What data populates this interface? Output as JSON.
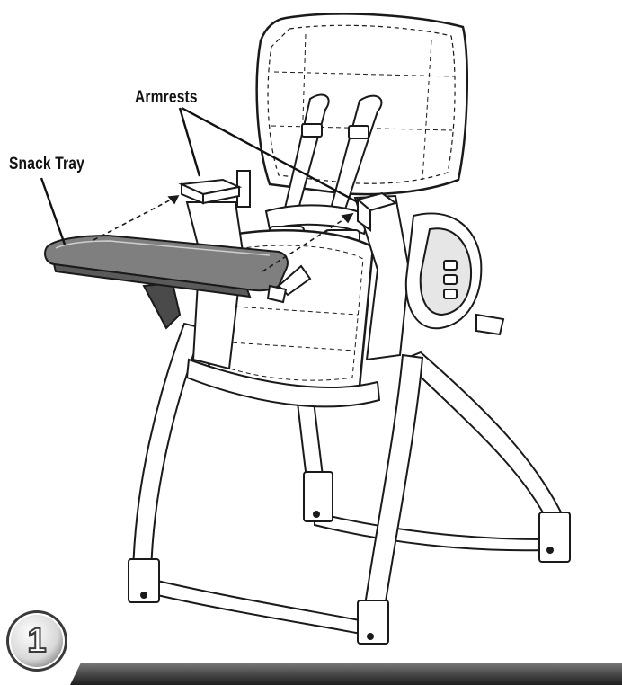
{
  "diagram": {
    "labels": {
      "armrests": "Armrests",
      "snack_tray": "Snack Tray"
    },
    "step": "1",
    "colors": {
      "line": "#1a1a1a",
      "tray_fill": "#7f7f7f",
      "step_bar": "#3a3a3a"
    }
  }
}
